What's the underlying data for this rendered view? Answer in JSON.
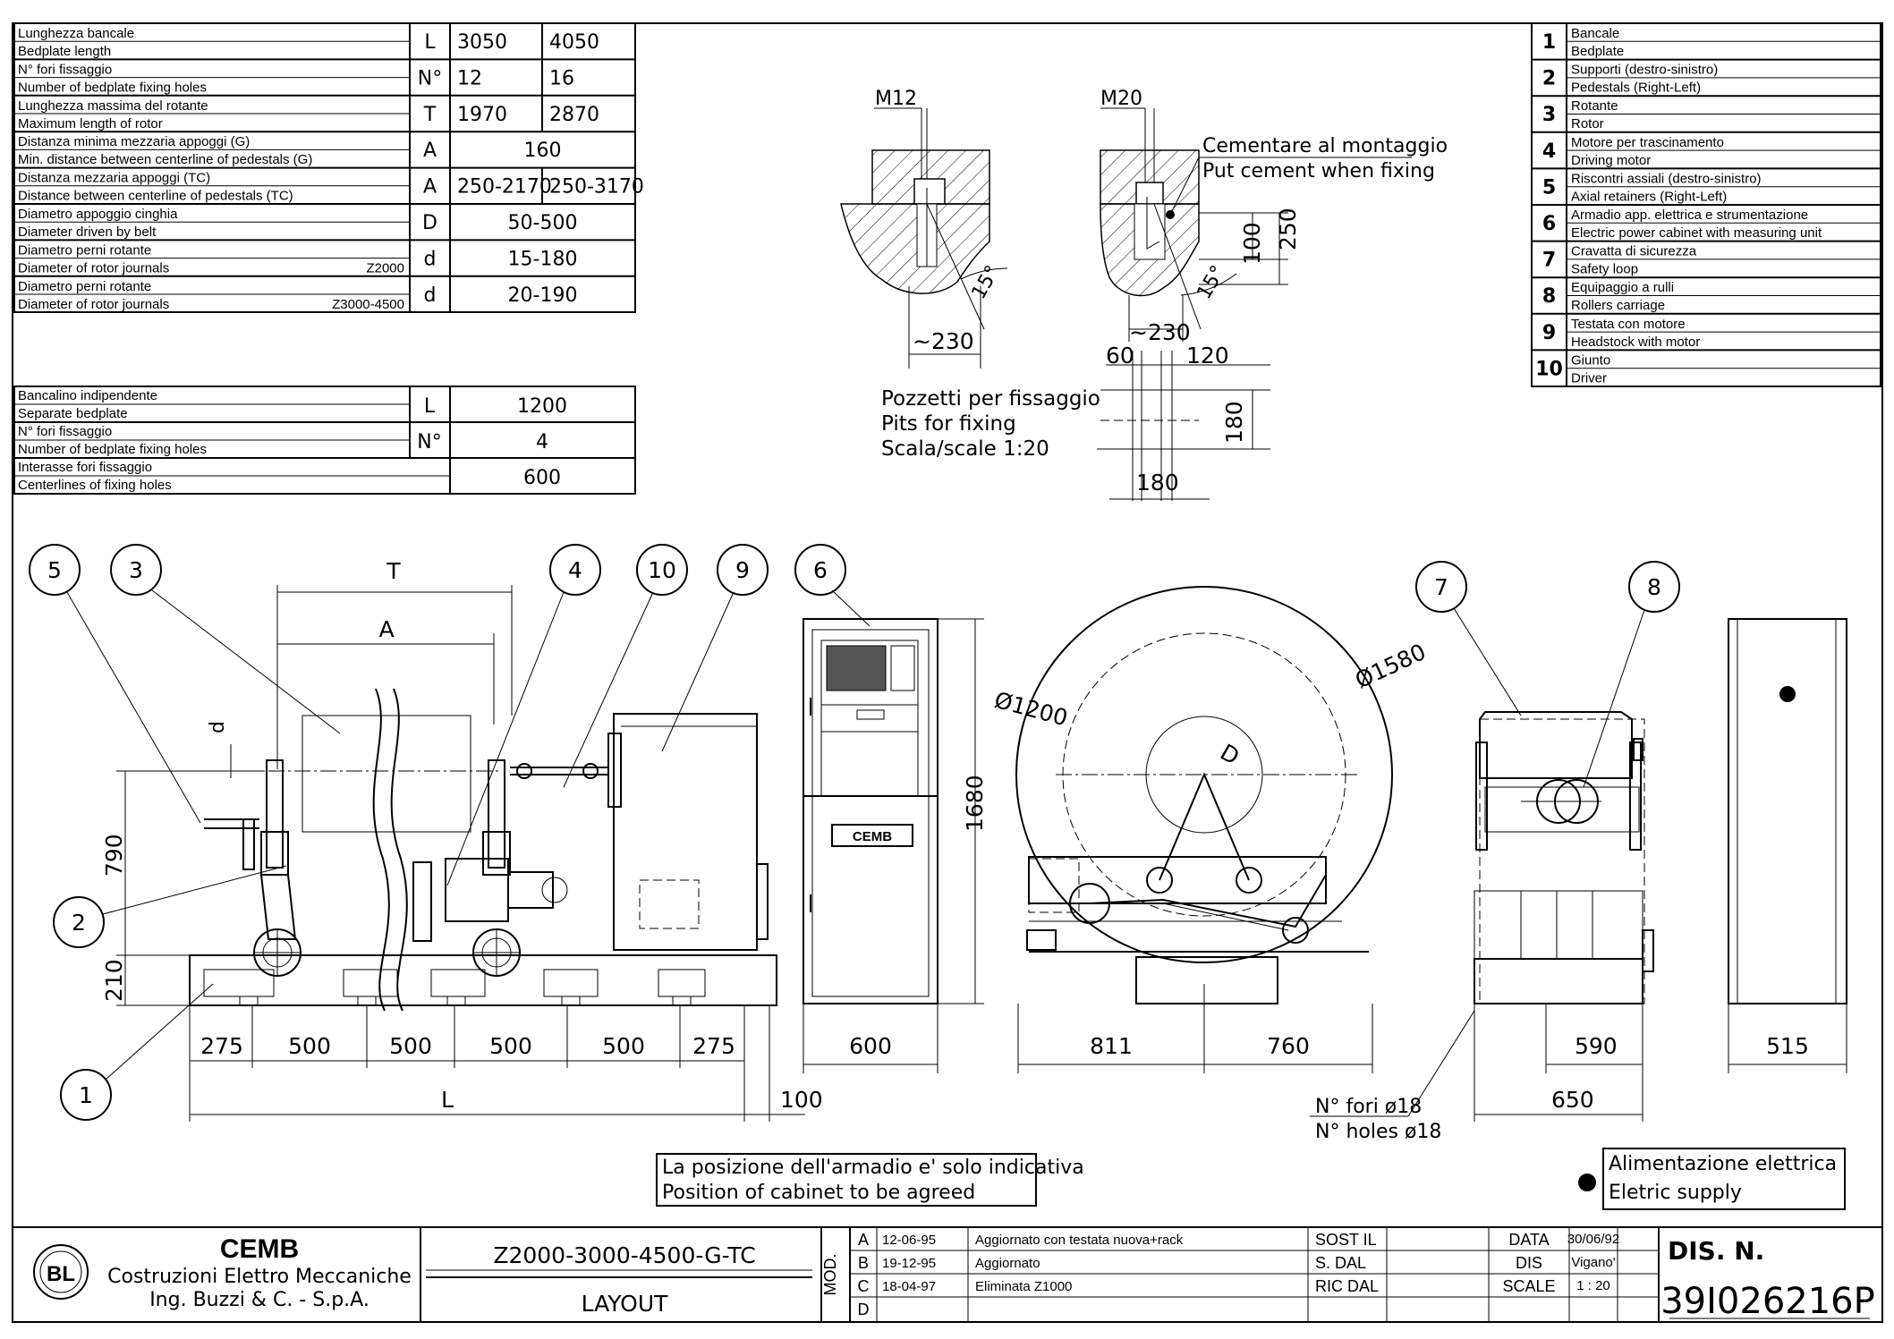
{
  "spec_table": {
    "rows": [
      {
        "it": "Lunghezza bancale",
        "en": "Bedplate length",
        "extra": "",
        "sym": "L",
        "v1": "3050",
        "v2": "4050",
        "merged": false
      },
      {
        "it": "N° fori fissaggio",
        "en": "Number of bedplate fixing holes",
        "extra": "",
        "sym": "N°",
        "v1": "12",
        "v2": "16",
        "merged": false
      },
      {
        "it": "Lunghezza massima del rotante",
        "en": "Maximum length of rotor",
        "extra": "",
        "sym": "T",
        "v1": "1970",
        "v2": "2870",
        "merged": false
      },
      {
        "it": "Distanza minima mezzaria appoggi (G)",
        "en": "Min. distance between centerline of pedestals (G)",
        "extra": "",
        "sym": "A",
        "v1": "160",
        "v2": "",
        "merged": true
      },
      {
        "it": "Distanza mezzaria appoggi (TC)",
        "en": "Distance between centerline of pedestals (TC)",
        "extra": "",
        "sym": "A",
        "v1": "250-2170",
        "v2": "250-3170",
        "merged": false
      },
      {
        "it": "Diametro appoggio cinghia",
        "en": "Diameter driven by belt",
        "extra": "",
        "sym": "D",
        "v1": "50-500",
        "v2": "",
        "merged": true
      },
      {
        "it": "Diametro perni rotante",
        "en": "Diameter of rotor journals",
        "extra": "Z2000",
        "sym": "d",
        "v1": "15-180",
        "v2": "",
        "merged": true
      },
      {
        "it": "Diametro perni rotante",
        "en": "Diameter of rotor journals",
        "extra": "Z3000-4500",
        "sym": "d",
        "v1": "20-190",
        "v2": "",
        "merged": true
      }
    ]
  },
  "bedplate_table": {
    "rows": [
      {
        "it": "Bancalino indipendente",
        "en": "Separate bedplate",
        "sym": "L",
        "value": "1200"
      },
      {
        "it": "N° fori fissaggio",
        "en": "Number of bedplate fixing holes",
        "sym": "N°",
        "value": "4"
      },
      {
        "it": "Interasse fori fissaggio",
        "en": "Centerlines of fixing holes",
        "sym": "",
        "value": "600"
      }
    ]
  },
  "legend": {
    "items": [
      {
        "n": "1",
        "it": "Bancale",
        "en": "Bedplate"
      },
      {
        "n": "2",
        "it": "Supporti (destro-sinistro)",
        "en": "Pedestals (Right-Left)"
      },
      {
        "n": "3",
        "it": "Rotante",
        "en": "Rotor"
      },
      {
        "n": "4",
        "it": "Motore per trascinamento",
        "en": "Driving motor"
      },
      {
        "n": "5",
        "it": "Riscontri assiali (destro-sinistro)",
        "en": "Axial retainers (Right-Left)"
      },
      {
        "n": "6",
        "it": "Armadio app. elettrica e strumentazione",
        "en": "Electric power cabinet with measuring unit"
      },
      {
        "n": "7",
        "it": "Cravatta di sicurezza",
        "en": "Safety loop"
      },
      {
        "n": "8",
        "it": "Equipaggio a rulli",
        "en": "Rollers carriage"
      },
      {
        "n": "9",
        "it": "Testata con motore",
        "en": "Headstock with motor"
      },
      {
        "n": "10",
        "it": "Giunto",
        "en": "Driver"
      }
    ]
  },
  "pits": {
    "m12": "M12",
    "m20": "M20",
    "cement_it": "Cementare al montaggio",
    "cement_en": "Put cement when fixing",
    "angle_left": "15°",
    "angle_right": "15°",
    "d230_left": "~230",
    "d230_right": "~230",
    "d250": "250",
    "d100": "100",
    "d60": "60",
    "d120": "120",
    "d180v": "180",
    "d180h": "180",
    "title_it": "Pozzetti per fissaggio",
    "title_en": "Pits for fixing",
    "scale": "Scala/scale 1:20"
  },
  "callouts": [
    "5",
    "3",
    "4",
    "10",
    "9",
    "6",
    "7",
    "8",
    "2",
    "1"
  ],
  "front_view": {
    "T": "T",
    "A": "A",
    "d": "d",
    "h790": "790",
    "h210": "210",
    "spacings": [
      "275",
      "500",
      "500",
      "500",
      "500",
      "275"
    ],
    "L": "L",
    "offset100": "100"
  },
  "cabinet": {
    "brand": "CEMB",
    "h1680": "1680",
    "w600": "600",
    "w515": "515"
  },
  "side_view": {
    "dia1200": "Ø1200",
    "dia1580": "Ø1580",
    "D": "D",
    "w811": "811",
    "w760": "760"
  },
  "end_view": {
    "w590": "590",
    "w650": "650",
    "holes_it": "N° fori ø18",
    "holes_en": "N° holes ø18"
  },
  "notes": {
    "cabinet_it": "La posizione dell'armadio e' solo indicativa",
    "cabinet_en": "Position of cabinet to be agreed",
    "supply_it": "Alimentazione elettrica",
    "supply_en": "Eletric supply"
  },
  "title_block": {
    "company": "CEMB",
    "company_sub1": "Costruzioni Elettro Meccaniche",
    "company_sub2": "Ing. Buzzi & C. - S.p.A.",
    "model": "Z2000-3000-4500-G-TC",
    "drawing_title": "LAYOUT",
    "mod_label": "MOD.",
    "revisions": [
      {
        "rev": "A",
        "date": "12-06-95",
        "desc": "Aggiornato con testata nuova+rack"
      },
      {
        "rev": "B",
        "date": "19-12-95",
        "desc": "Aggiornato"
      },
      {
        "rev": "C",
        "date": "18-04-97",
        "desc": "Eliminata Z1000"
      },
      {
        "rev": "D",
        "date": "",
        "desc": ""
      }
    ],
    "sost_il": "SOST IL",
    "s_dal": "S. DAL",
    "ric_dal": "RIC DAL",
    "data_label": "DATA",
    "data_value": "30/06/92",
    "dis_label": "DIS",
    "dis_value": "Vigano'",
    "scale_label": "SCALE",
    "scale_value": "1 : 20",
    "dis_n_label": "DIS. N.",
    "dis_n_value": "39I026216P"
  }
}
